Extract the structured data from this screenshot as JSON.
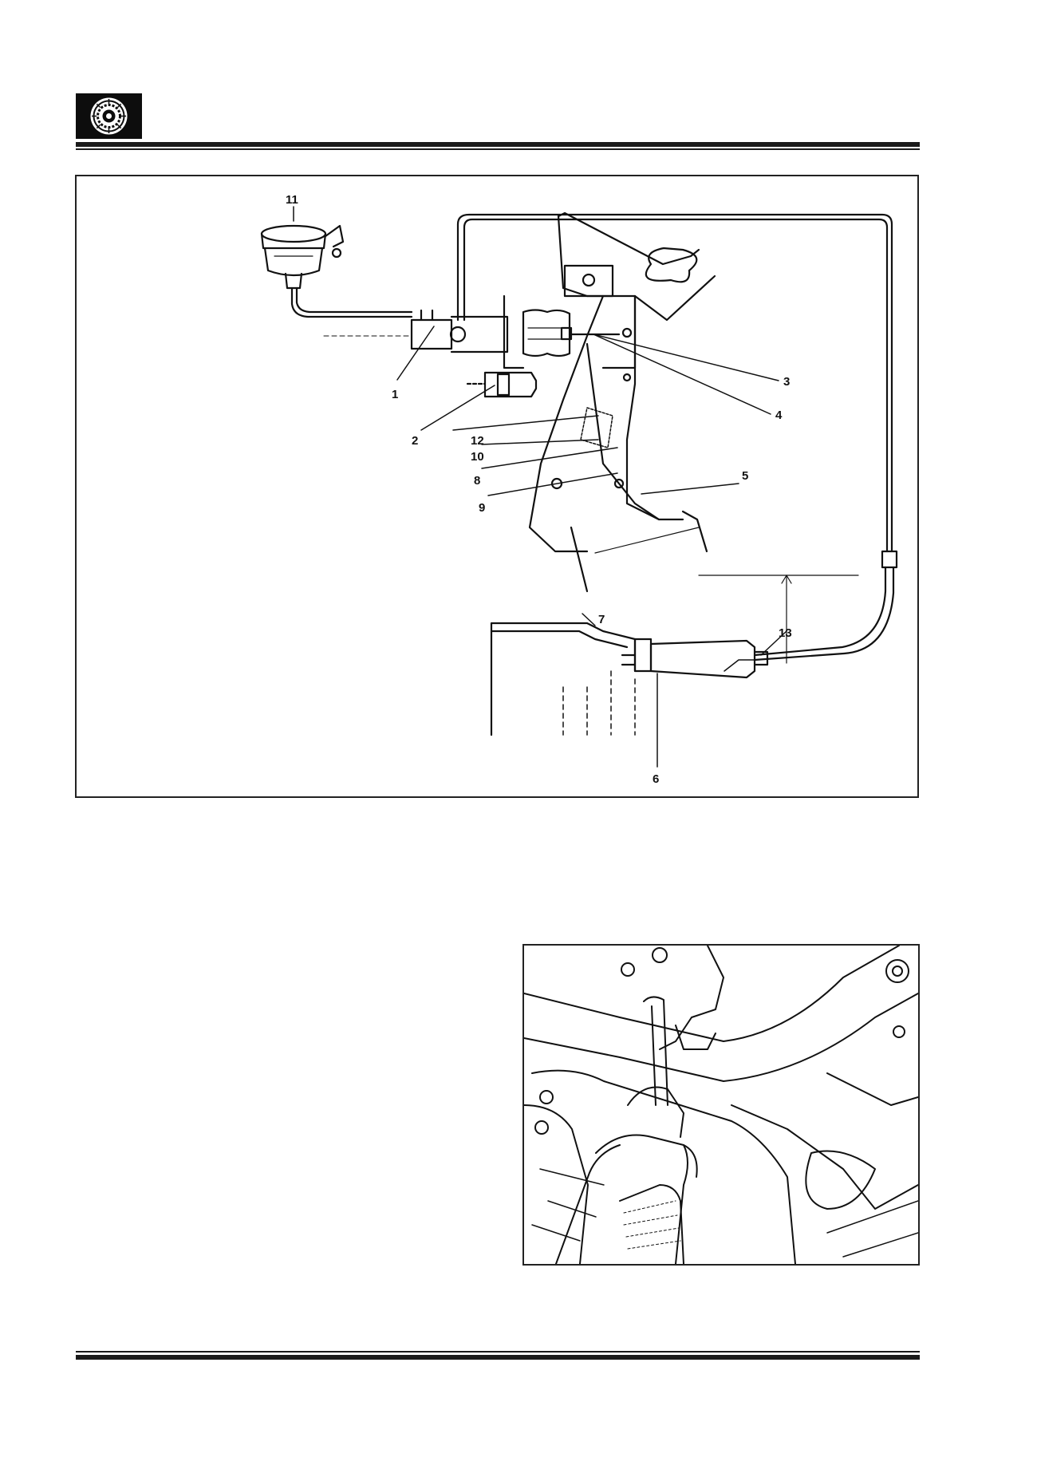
{
  "callouts": [
    {
      "id": "1",
      "label": "1"
    },
    {
      "id": "2",
      "label": "2"
    },
    {
      "id": "3",
      "label": "3"
    },
    {
      "id": "4",
      "label": "4"
    },
    {
      "id": "5",
      "label": "5"
    },
    {
      "id": "6",
      "label": "6"
    },
    {
      "id": "7",
      "label": "7"
    },
    {
      "id": "8",
      "label": "8"
    },
    {
      "id": "9",
      "label": "9"
    },
    {
      "id": "10",
      "label": "10"
    },
    {
      "id": "11",
      "label": "11"
    },
    {
      "id": "12",
      "label": "12"
    },
    {
      "id": "13",
      "label": "13"
    }
  ],
  "icons": {
    "header_logo": "clutch-disc-icon"
  },
  "colors": {
    "ink": "#111111",
    "paper": "#ffffff"
  }
}
